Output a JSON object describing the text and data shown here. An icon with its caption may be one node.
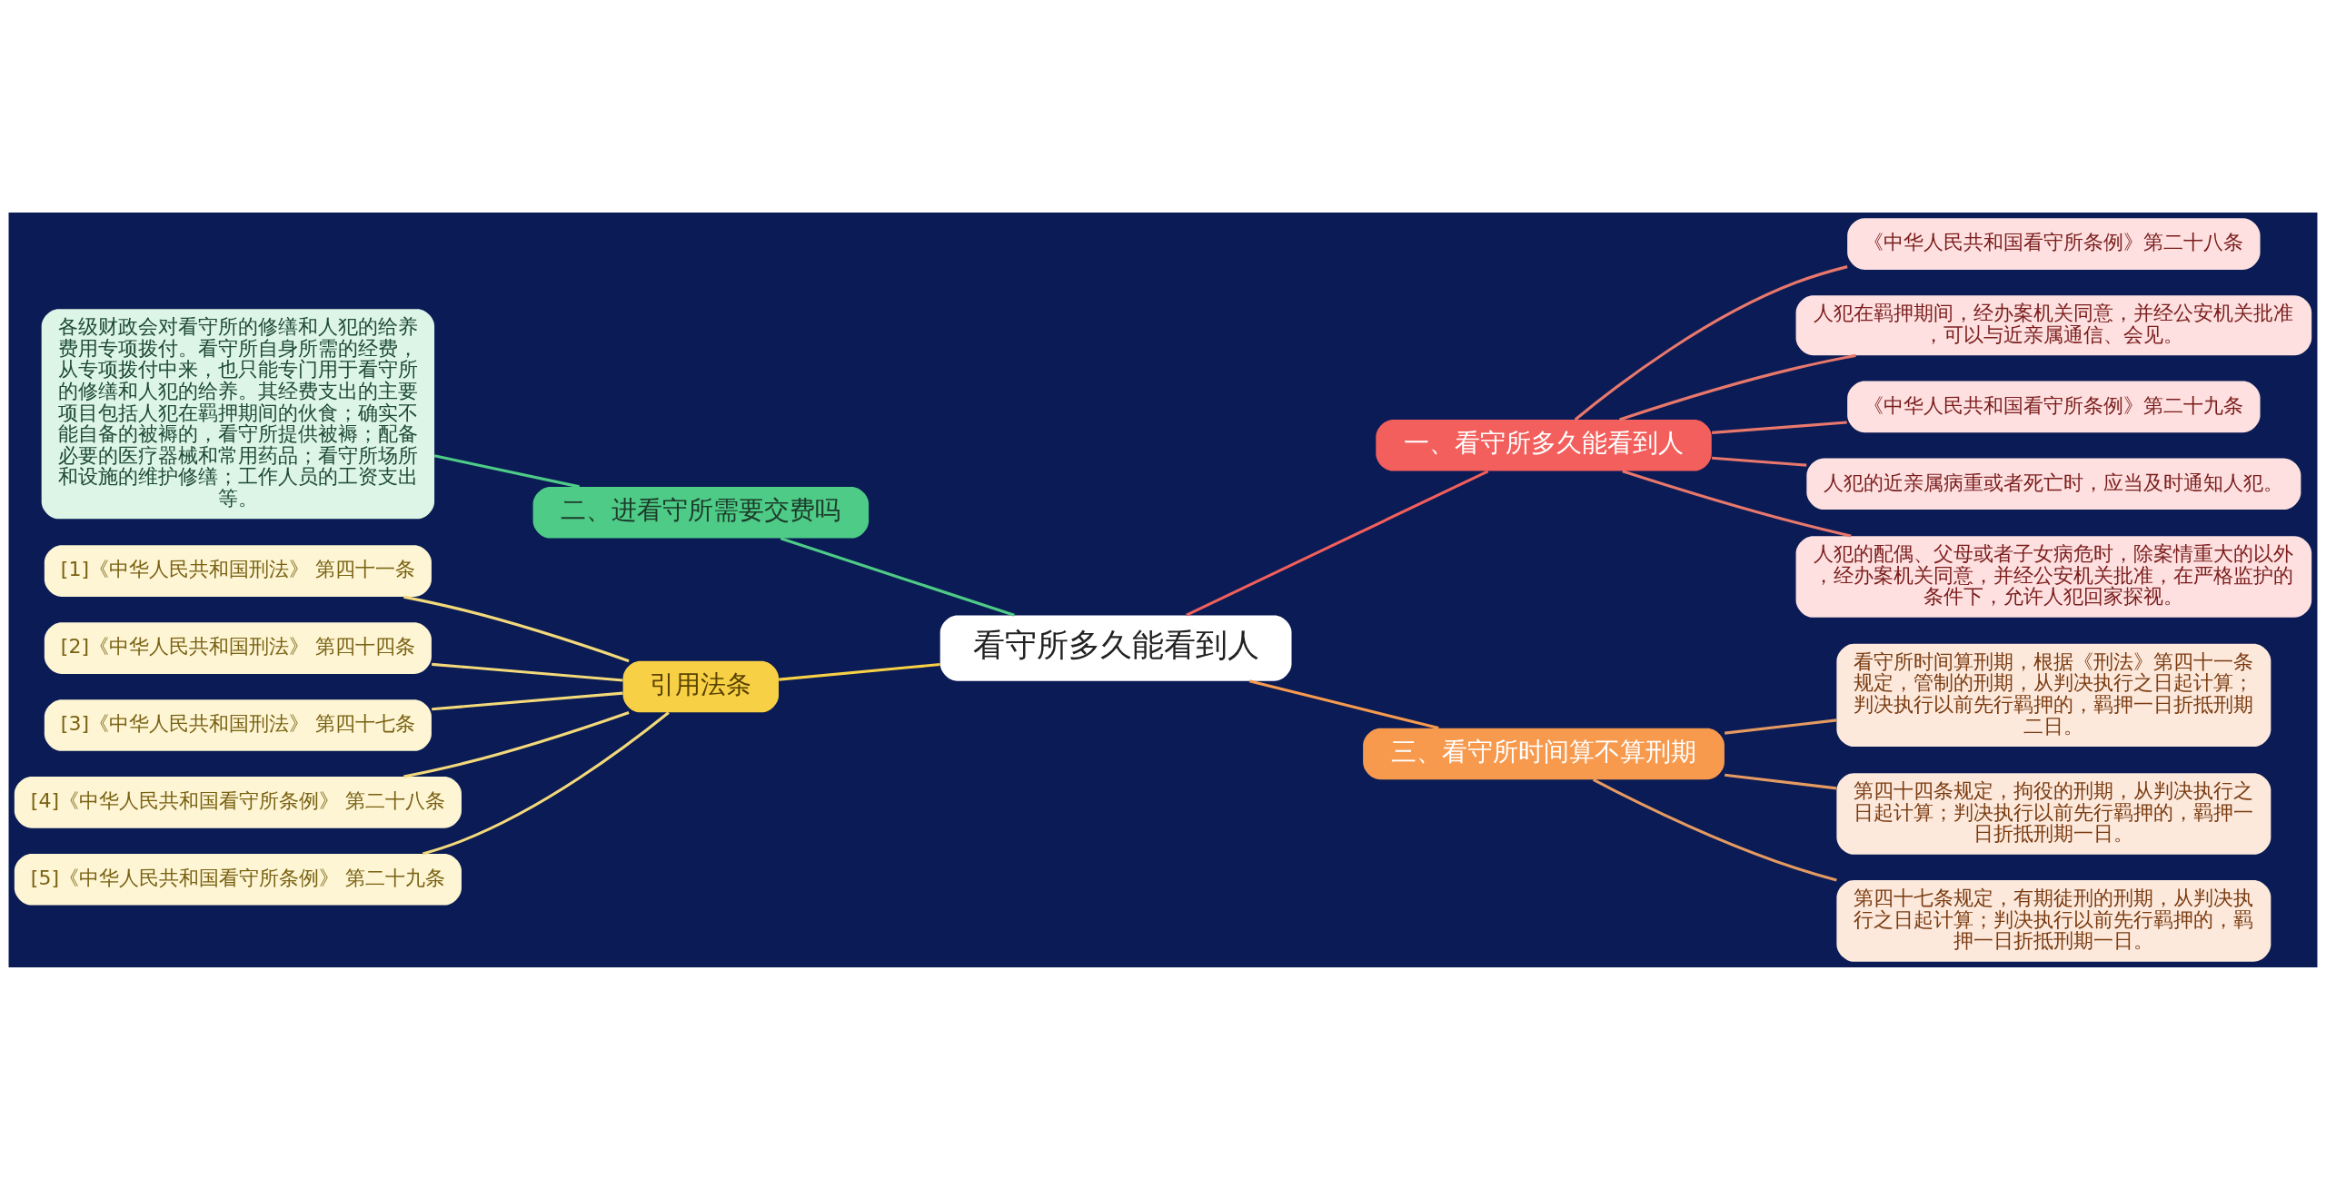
{
  "diagram": {
    "nodes": [
      {
        "text": [
          "看守所多久能看到人"
        ]
      },
      {
        "text": [
          "一、看守所多久能看到人"
        ]
      },
      {
        "text": [
          "《中华人民共和国看守所条例》第二十八条"
        ]
      },
      {
        "text": [
          "人犯在羁押期间，经办案机关同意，并经公安机关批准，可以与近亲属通信、会见。"
        ]
      },
      {
        "text": [
          "《中华人民共和国看守所条例》第二十九条"
        ]
      },
      {
        "text": [
          "人犯的近亲属病重或者死亡时，应当及时通知人犯。"
        ]
      },
      {
        "text": [
          "人犯的配偶、父母或者子女病危时，除案情重大的以外，经办案机关同意，并经公安机关批准，在严格监护的条件下，允许人犯回家探视。"
        ]
      },
      {
        "text": [
          "二、进看守所需要交费吗"
        ]
      },
      {
        "text": [
          "各级财政会对看守所的修缮和人犯的给养费用专项拨付。看守所自身所需的经费，从专项拨付中来，也只能专门用于看守所的修缮和人犯的给养。其经费支出的主要项目包括人犯在羁押期间的伙食；确实不能自备的被褥的，看守所提供被褥；配备必要的医疗器械和常用药品；看守所场所和设施的维护修缮；工作人员的工资支出等。"
        ]
      },
      {
        "text": [
          "引用法条"
        ]
      },
      {
        "text": [
          "[1]《中华人民共和国刑法》 第四十一条"
        ]
      },
      {
        "text": [
          "[2]《中华人民共和国刑法》 第四十四条"
        ]
      },
      {
        "text": [
          "[3]《中华人民共和国刑法》 第四十七条"
        ]
      },
      {
        "text": [
          "[4]《中华人民共和国看守所条例》 第二十八条"
        ]
      },
      {
        "text": [
          "[5]《中华人民共和国看守所条例》 第二十九条"
        ]
      },
      {
        "text": [
          "三、看守所时间算不算刑期"
        ]
      },
      {
        "text": [
          "看守所时间算刑期，根据《刑法》第四十一条规定，管制的刑期，从判决执行之日起计算；判决执行以前先行羁押的，羁押一日折抵刑期二日。"
        ]
      },
      {
        "text": [
          "第四十四条规定，拘役的刑期，从判决执行之日起计算；判决执行以前先行羁押的，羁押一日折抵刑期一日。"
        ]
      },
      {
        "text": [
          "第四十七条规定，有期徒刑的刑期，从判决执行之日起计算；判决执行以前先行羁押的，羁押一日折抵刑期一日。"
        ]
      }
    ],
    "edges": [
      {
        "from": 0,
        "to": 1,
        "arrow": "none",
        "color": "#f25f5c"
      },
      {
        "from": 1,
        "to": 2,
        "arrow": "none",
        "color": "#e8776c"
      },
      {
        "from": 1,
        "to": 3,
        "arrow": "none",
        "color": "#e8776c"
      },
      {
        "from": 1,
        "to": 4,
        "arrow": "none",
        "color": "#e8776c"
      },
      {
        "from": 1,
        "to": 5,
        "arrow": "none",
        "color": "#e8776c"
      },
      {
        "from": 1,
        "to": 6,
        "arrow": "none",
        "color": "#e8776c"
      },
      {
        "from": 0,
        "to": 7,
        "arrow": "none",
        "color": "#4ecb86"
      },
      {
        "from": 7,
        "to": 8,
        "arrow": "none",
        "color": "#4ecb86"
      },
      {
        "from": 0,
        "to": 9,
        "arrow": "none",
        "color": "#f7d046"
      },
      {
        "from": 9,
        "to": 10,
        "arrow": "none",
        "color": "#f3d97a"
      },
      {
        "from": 9,
        "to": 11,
        "arrow": "none",
        "color": "#f3d97a"
      },
      {
        "from": 9,
        "to": 12,
        "arrow": "none",
        "color": "#f3d97a"
      },
      {
        "from": 9,
        "to": 13,
        "arrow": "none",
        "color": "#f3d97a"
      },
      {
        "from": 9,
        "to": 14,
        "arrow": "none",
        "color": "#f3d97a"
      },
      {
        "from": 0,
        "to": 15,
        "arrow": "none",
        "color": "#f79a4e"
      },
      {
        "from": 15,
        "to": 16,
        "arrow": "none",
        "color": "#e59a62"
      },
      {
        "from": 15,
        "to": 17,
        "arrow": "none",
        "color": "#e59a62"
      },
      {
        "from": 15,
        "to": 18,
        "arrow": "none",
        "color": "#e59a62"
      }
    ]
  }
}
